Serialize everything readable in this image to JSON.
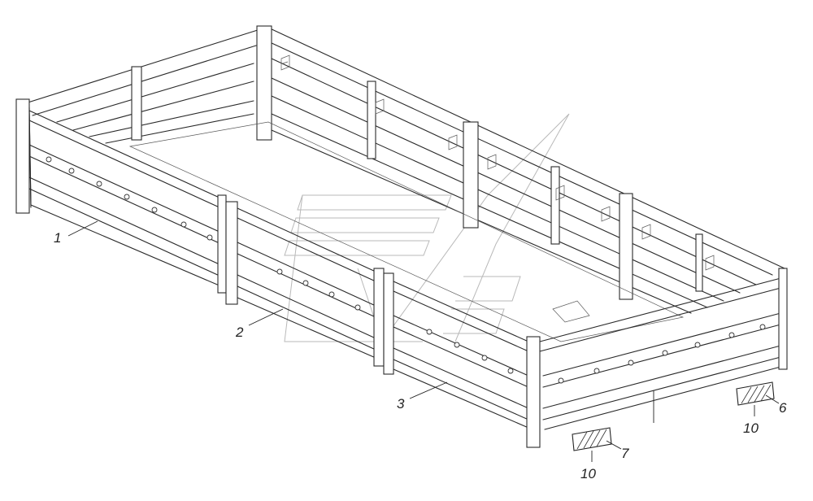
{
  "diagram": {
    "callouts": [
      {
        "id": "c1",
        "text": "1"
      },
      {
        "id": "c2",
        "text": "2"
      },
      {
        "id": "c3",
        "text": "3"
      },
      {
        "id": "c6",
        "text": "6"
      },
      {
        "id": "c7",
        "text": "7"
      },
      {
        "id": "c10a",
        "text": "10"
      },
      {
        "id": "c10b",
        "text": "10"
      }
    ]
  }
}
